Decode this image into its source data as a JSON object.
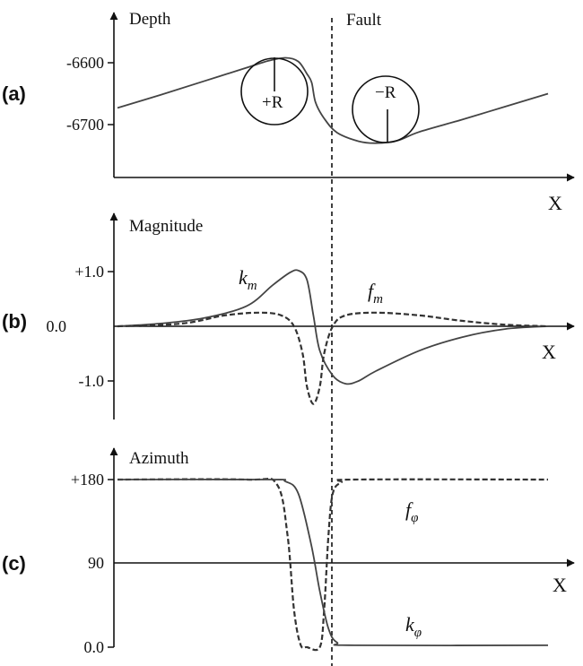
{
  "chart_data": [
    {
      "panel": "(a)",
      "type": "line",
      "ylabel": "Depth",
      "xlabel": "X",
      "yticks": [
        "-6600",
        "-6700"
      ],
      "annotations": {
        "fault": "Fault",
        "circle_left": "+R",
        "circle_right": "−R"
      },
      "series": [
        {
          "style": "solid",
          "x": [
            0,
            0.1,
            0.2,
            0.3,
            0.35,
            0.39,
            0.42,
            0.44,
            0.451,
            0.46,
            0.48,
            0.51,
            0.56,
            0.6,
            0.65,
            0.7,
            0.8,
            0.9,
            1.0
          ],
          "y": [
            -6673,
            -6652,
            -6630,
            -6608,
            -6597,
            -6592,
            -6598,
            -6618,
            -6632,
            -6664,
            -6690,
            -6713,
            -6727,
            -6730,
            -6726,
            -6712,
            -6692,
            -6671,
            -6650
          ]
        }
      ]
    },
    {
      "panel": "(b)",
      "type": "line",
      "ylabel": "Magnitude",
      "xlabel": "X",
      "yticks": [
        "+1.0",
        "0.0",
        "-1.0"
      ],
      "series_labels": {
        "k": "m",
        "f": "m"
      },
      "series": [
        {
          "name": "k_m",
          "style": "solid",
          "x": [
            0,
            0.1,
            0.2,
            0.3,
            0.36,
            0.4,
            0.42,
            0.44,
            0.455,
            0.47,
            0.5,
            0.53,
            0.56,
            0.6,
            0.7,
            0.8,
            0.9,
            1.0
          ],
          "y": [
            0,
            0.05,
            0.15,
            0.37,
            0.75,
            0.98,
            1.02,
            0.85,
            0.2,
            -0.45,
            -0.9,
            -1.05,
            -1.0,
            -0.82,
            -0.45,
            -0.2,
            -0.05,
            0
          ]
        },
        {
          "name": "f_m",
          "style": "dashed",
          "x": [
            0,
            0.15,
            0.25,
            0.33,
            0.38,
            0.41,
            0.43,
            0.44,
            0.455,
            0.47,
            0.48,
            0.5,
            0.53,
            0.6,
            0.7,
            0.8,
            0.9,
            1.0
          ],
          "y": [
            0,
            0.05,
            0.2,
            0.25,
            0.2,
            0.0,
            -0.5,
            -1.1,
            -1.42,
            -1.1,
            -0.5,
            0.0,
            0.2,
            0.25,
            0.2,
            0.1,
            0.03,
            0
          ]
        }
      ]
    },
    {
      "panel": "(c)",
      "type": "line",
      "ylabel": "Azimuth",
      "xlabel": "X",
      "yticks": [
        "+180",
        "90",
        "0.0"
      ],
      "series_labels": {
        "f": "φ",
        "k": "φ"
      },
      "series": [
        {
          "name": "f_phi",
          "style": "dashed",
          "x": [
            0,
            0.3,
            0.37,
            0.395,
            0.41,
            0.425,
            0.44,
            0.47,
            0.48,
            0.49,
            0.5,
            0.52,
            0.55,
            1.0
          ],
          "y": [
            180,
            180,
            175,
            120,
            40,
            3,
            0,
            0,
            40,
            120,
            165,
            177,
            180,
            180
          ]
        },
        {
          "name": "k_phi",
          "style": "solid",
          "x": [
            0,
            0.35,
            0.39,
            0.42,
            0.45,
            0.47,
            0.49,
            0.51,
            0.55,
            1.0
          ],
          "y": [
            180,
            180,
            178,
            165,
            110,
            60,
            20,
            5,
            2,
            2
          ]
        }
      ]
    }
  ]
}
